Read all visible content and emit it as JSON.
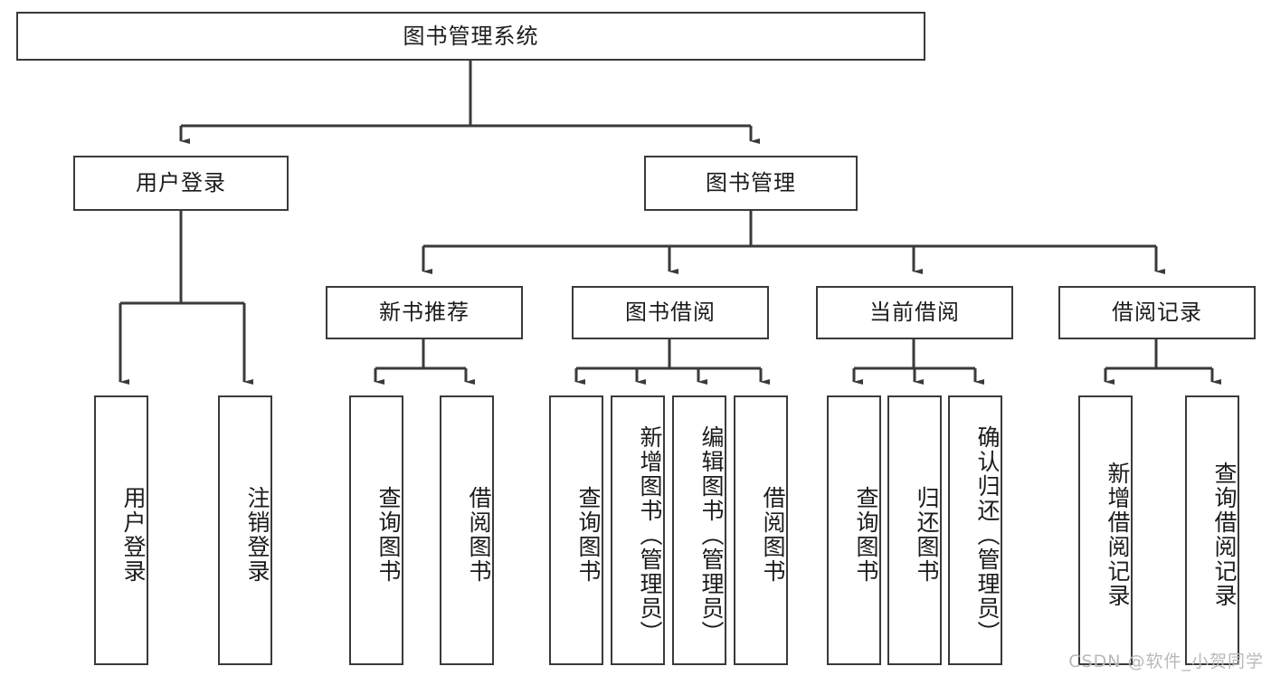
{
  "diagram": {
    "title": "图书管理系统",
    "type": "hierarchy-tree",
    "colors": {
      "line": "#3a3a3a",
      "box_border": "#3a3a3a",
      "box_fill": "#ffffff",
      "text": "#1b1b1b",
      "background": "#ffffff",
      "watermark": "#b9b9b9"
    },
    "root": {
      "label": "图书管理系统"
    },
    "level2": [
      {
        "label": "用户登录"
      },
      {
        "label": "图书管理"
      }
    ],
    "level3": [
      {
        "label": "新书推荐"
      },
      {
        "label": "图书借阅"
      },
      {
        "label": "当前借阅"
      },
      {
        "label": "借阅记录"
      }
    ],
    "leaves": {
      "user_login": [
        {
          "label": "用户登录"
        },
        {
          "label": "注销登录"
        }
      ],
      "new_book_recommend": [
        {
          "label": "查询图书"
        },
        {
          "label": "借阅图书"
        }
      ],
      "book_borrow": [
        {
          "label": "查询图书"
        },
        {
          "label": "新增图书（管理员）"
        },
        {
          "label": "编辑图书（管理员）"
        },
        {
          "label": "借阅图书"
        }
      ],
      "current_borrow": [
        {
          "label": "查询图书"
        },
        {
          "label": "归还图书"
        },
        {
          "label": "确认归还（管理员）"
        }
      ],
      "borrow_record": [
        {
          "label": "新增借阅记录"
        },
        {
          "label": "查询借阅记录"
        }
      ]
    }
  },
  "watermark": {
    "text": "CSDN @软件_小贺同学"
  }
}
